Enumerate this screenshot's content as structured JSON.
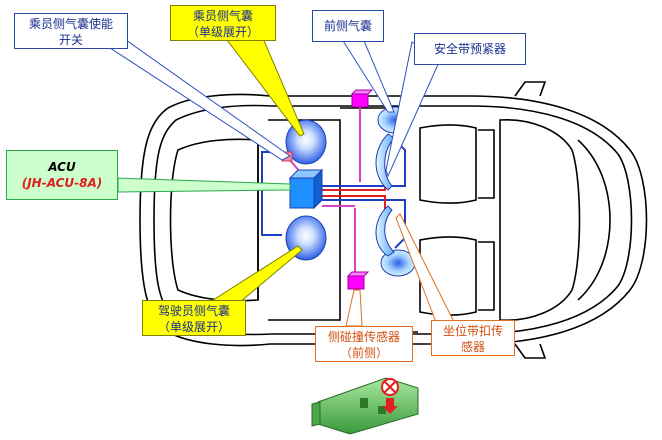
{
  "labels": {
    "passenger_airbag_switch": [
      "乘员侧气囊使能",
      "开关"
    ],
    "passenger_airbag": [
      "乘员侧气囊",
      "（单级展开）"
    ],
    "front_side_airbag": "前侧气囊",
    "seatbelt_pretensioner": "安全带预紧器",
    "acu": [
      "ACU",
      "(JH-ACU-8A)"
    ],
    "driver_airbag": [
      "驾驶员侧气囊",
      "（单级展开）"
    ],
    "side_impact_sensor": [
      "侧碰撞传感器",
      "（前侧）"
    ],
    "seat_position_buckle_sensor": [
      "坐位带扣传",
      "感器"
    ]
  },
  "colors": {
    "car_outline": "#000000",
    "wiring_blue": "#1f3fbf",
    "wiring_red": "#e02020",
    "wiring_pink": "#e040c0",
    "acu_module": "#1e90ff",
    "sensor_magenta": "#ff00ff",
    "switch_pink": "#ff8aa0",
    "airbag_blue": "#3a6cf0",
    "leader_blue": "#5080ff",
    "leader_yellow": "#d8d800",
    "leader_orange": "#e07020",
    "connector_green": "#5cc05c"
  }
}
